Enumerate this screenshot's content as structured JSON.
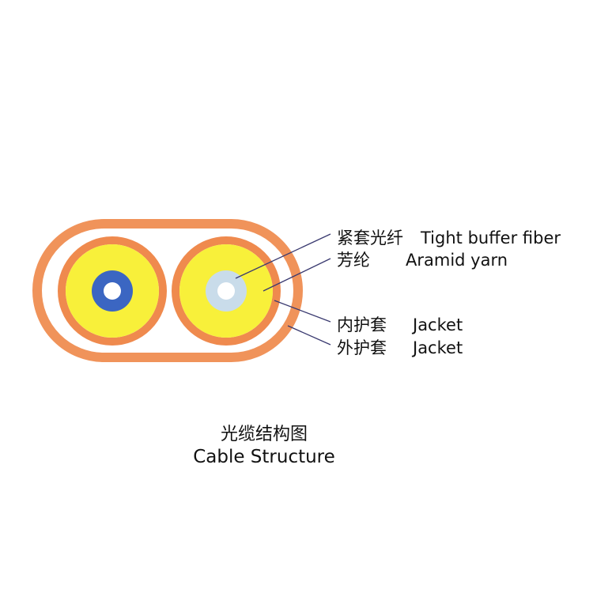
{
  "labels": {
    "tight_buffer": {
      "zh": "紧套光纤",
      "en": "Tight buffer fiber"
    },
    "aramid": {
      "zh": "芳纶",
      "en": "Aramid yarn"
    },
    "inner_jacket": {
      "zh": "内护套",
      "en": "Jacket"
    },
    "outer_jacket": {
      "zh": "外护套",
      "en": "Jacket"
    }
  },
  "caption": {
    "zh": "光缆结构图",
    "en": "Cable Structure"
  },
  "colors": {
    "outer_jacket": "#f0935a",
    "inner_jacket": "#ef8a4e",
    "aramid_yarn": "#f8f03a",
    "fiber_left": "#3b66c2",
    "fiber_right": "#c9dcea",
    "leader_line": "#3a3a70"
  }
}
